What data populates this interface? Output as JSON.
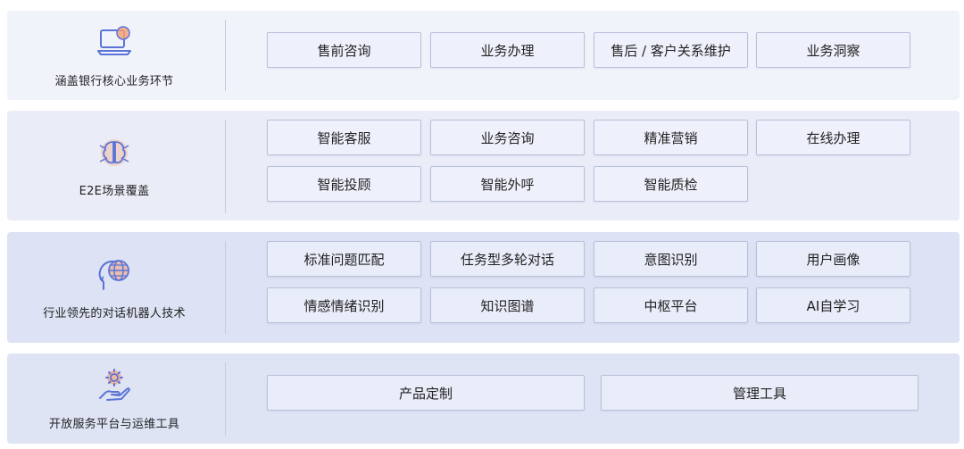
{
  "rows": [
    {
      "label": "涵盖银行核心业务环节",
      "icon": "laptop-icon",
      "items": [
        "售前咨询",
        "业务办理",
        "售后 / 客户关系维护",
        "业务洞察"
      ]
    },
    {
      "label": "E2E场景覆盖",
      "icon": "brain-circuit-icon",
      "items": [
        "智能客服",
        "业务咨询",
        "精准营销",
        "在线办理",
        "智能投顾",
        "智能外呼",
        "智能质检"
      ]
    },
    {
      "label": "行业领先的对话机器人技术",
      "icon": "head-globe-icon",
      "items": [
        "标准问题匹配",
        "任务型多轮对话",
        "意图识别",
        "用户画像",
        "情感情绪识别",
        "知识图谱",
        "中枢平台",
        "AI自学习"
      ]
    },
    {
      "label": "开放服务平台与运维工具",
      "icon": "hand-gear-icon",
      "items": [
        "产品定制",
        "管理工具"
      ]
    }
  ],
  "colors": {
    "icon_stroke": "#5b74d6",
    "icon_accent": "#f2a17a"
  }
}
